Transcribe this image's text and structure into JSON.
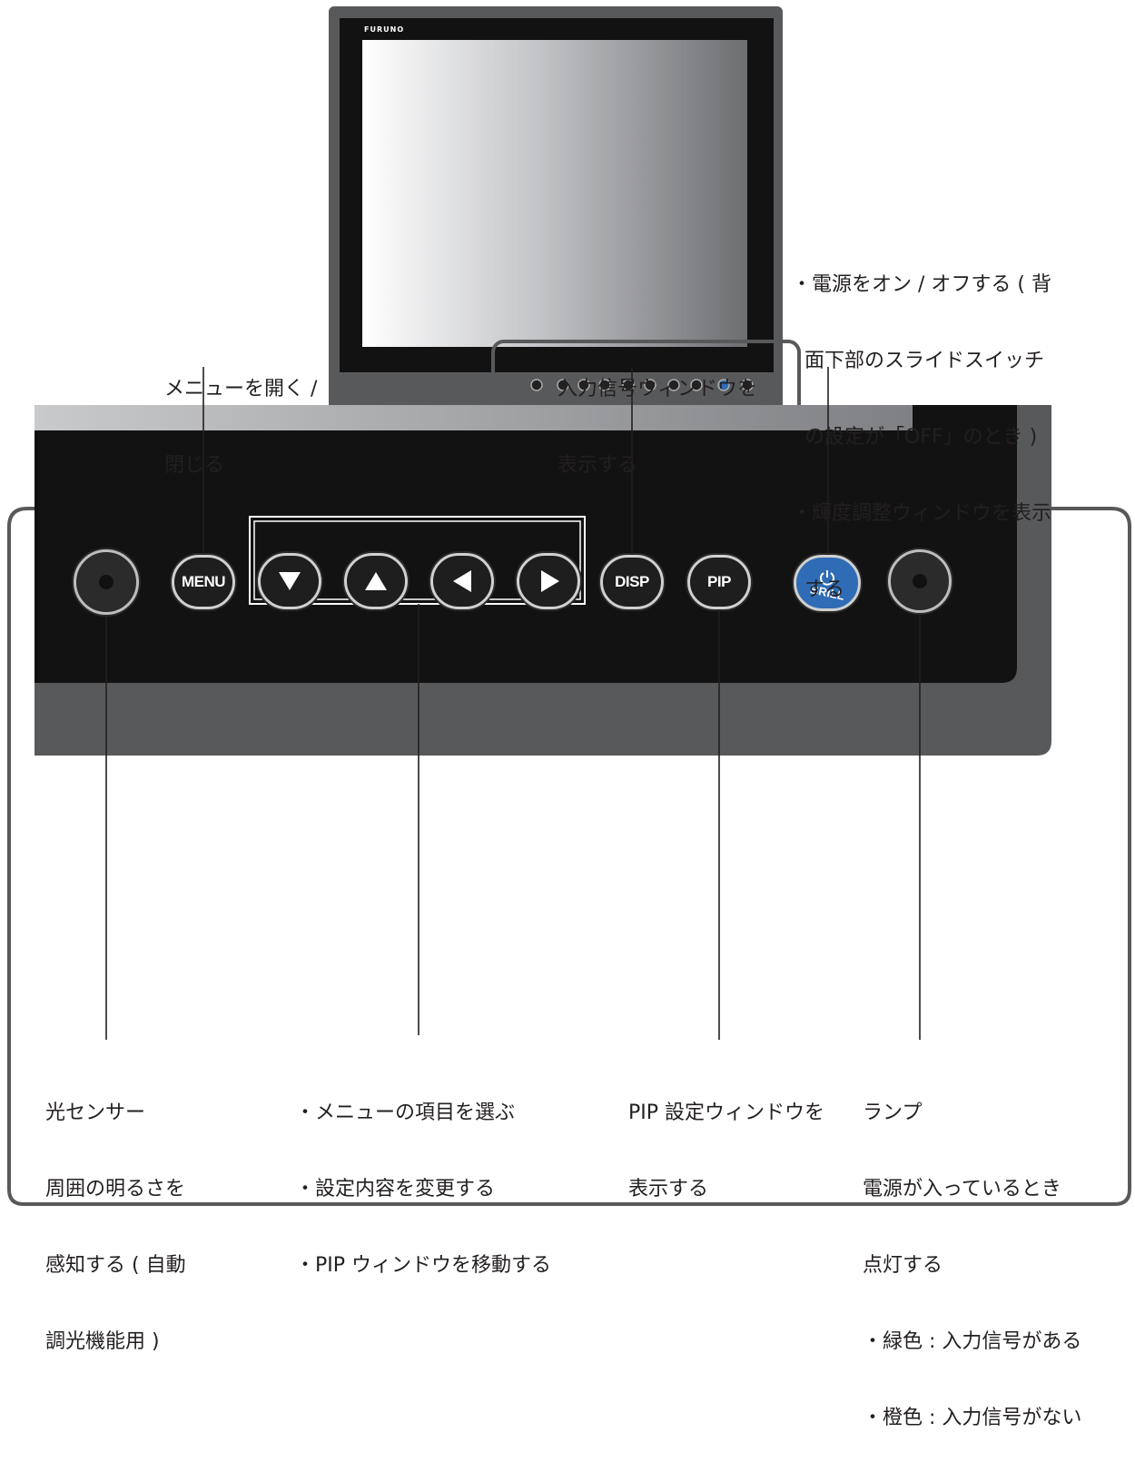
{
  "monitor": {
    "brand": "FURUNO"
  },
  "keys": {
    "menu": "MENU",
    "disp": "DISP",
    "pip": "PIP",
    "brill": "BRILL"
  },
  "callouts": {
    "menu": [
      "メニューを開く /",
      "閉じる"
    ],
    "disp": [
      "入力信号ウィンドウを",
      "表示する"
    ],
    "brill": [
      "・電源をオン / オフする ( 背",
      "  面下部のスライドスイッチ",
      "  の設定が「OFF」のとき )",
      "・輝度調整ウィンドウを表示",
      "  する"
    ],
    "sensor": [
      "光センサー",
      "周囲の明るさを",
      "感知する ( 自動",
      "調光機能用 )"
    ],
    "arrows": [
      "・メニューの項目を選ぶ",
      "・設定内容を変更する",
      "・PIP ウィンドウを移動する"
    ],
    "pip": [
      "PIP 設定ウィンドウを",
      "表示する"
    ],
    "lamp": [
      "ランプ",
      "電源が入っているとき",
      "点灯する",
      "・緑色 : 入力信号がある",
      "・橙色 : 入力信号がない"
    ]
  }
}
